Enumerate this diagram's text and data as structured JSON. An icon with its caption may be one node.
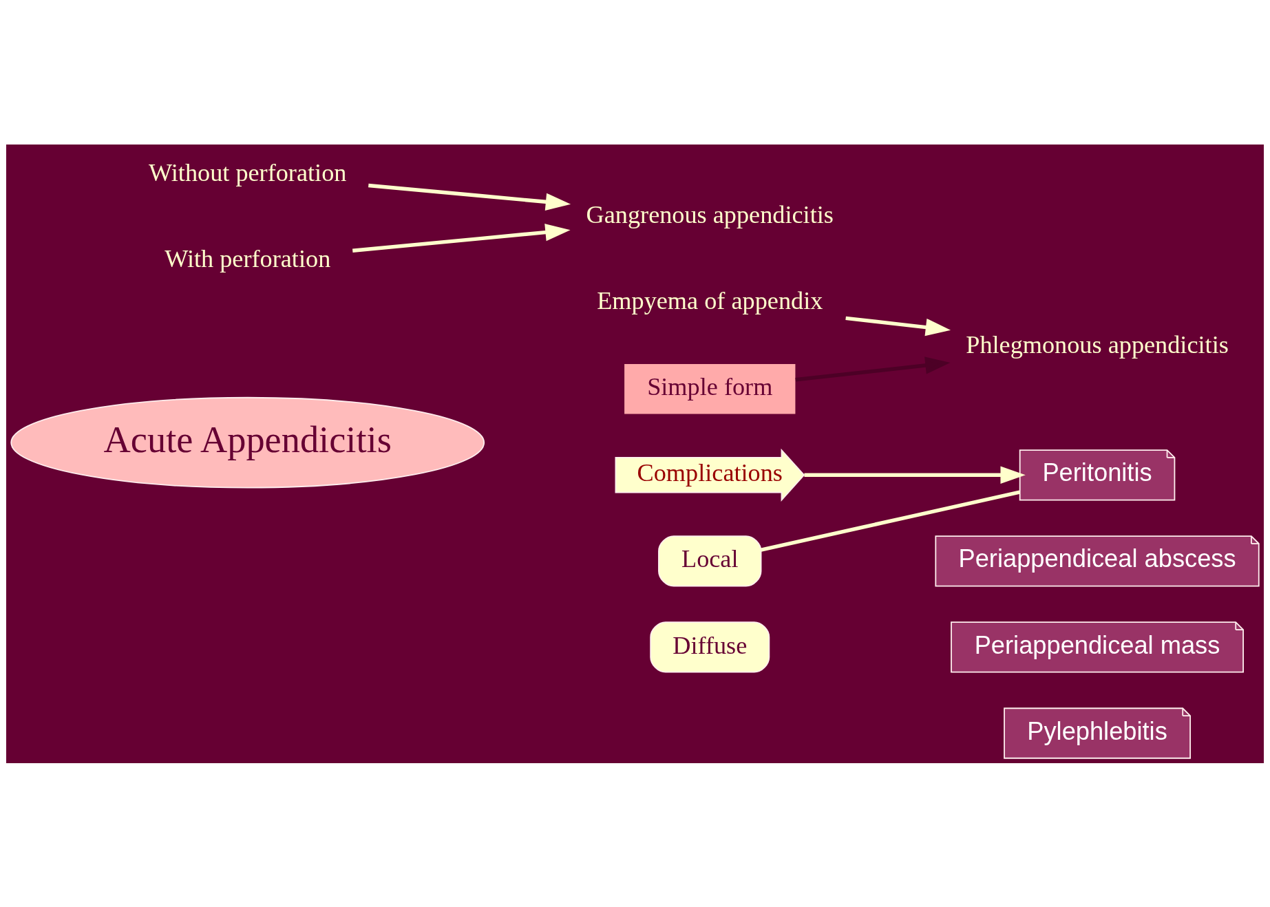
{
  "diagram": {
    "nodes": [
      {
        "text": [
          "Simple form"
        ]
      },
      {
        "text": [
          "Phlegmonous appendicitis"
        ]
      },
      {
        "text": [
          "Empyema of appendix"
        ]
      },
      {
        "text": [
          "Acute Appendicitis"
        ]
      },
      {
        "text": [
          "Gangrenous appendicitis"
        ]
      },
      {
        "text": [
          "Without perforation"
        ]
      },
      {
        "text": [
          "With perforation"
        ]
      },
      {
        "text": [
          "Complications"
        ]
      },
      {
        "text": [
          "Peritonitis"
        ]
      },
      {
        "text": [
          "Periappendiceal abscess"
        ]
      },
      {
        "text": [
          "Periappendiceal mass"
        ]
      },
      {
        "text": [
          "Pylephlebitis"
        ]
      },
      {
        "text": [
          "Local"
        ]
      },
      {
        "text": [
          "Diffuse"
        ]
      }
    ],
    "edges": [
      {
        "from": 0,
        "to": 1,
        "arrow": "to",
        "color": "#4d0026"
      },
      {
        "from": 2,
        "to": 1,
        "arrow": "to"
      },
      {
        "from": 5,
        "to": 4,
        "arrow": "to"
      },
      {
        "from": 6,
        "to": 4,
        "arrow": "to"
      },
      {
        "from": 7,
        "to": 8,
        "arrow": "to"
      },
      {
        "from": 12,
        "to": 8,
        "arrow": "none"
      }
    ]
  }
}
